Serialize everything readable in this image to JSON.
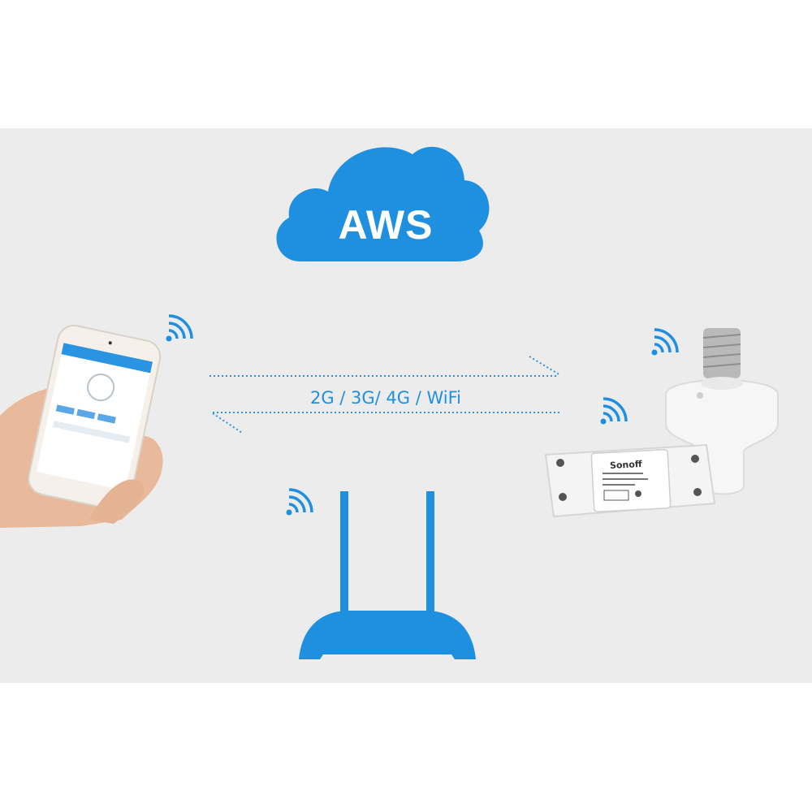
{
  "cloud": {
    "label": "AWS",
    "color": "#1f8fe0"
  },
  "link": {
    "label": "2G / 3G/ 4G / WiFi",
    "color": "#2a93e2"
  },
  "phone": {
    "header_text": ""
  },
  "switch": {
    "brand": "Sonoff"
  },
  "colors": {
    "background_band": "#ececec",
    "accent": "#1f8fe0"
  },
  "icons": [
    "wifi-icon",
    "cloud-icon",
    "router-icon",
    "smartphone",
    "lamp-socket",
    "smart-switch"
  ]
}
